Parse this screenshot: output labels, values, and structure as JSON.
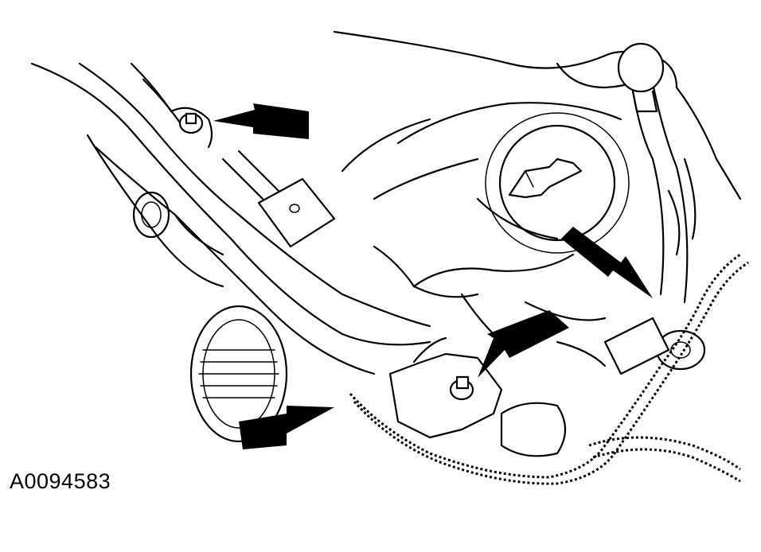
{
  "figure": {
    "id_label": "A0094583"
  },
  "callouts": [
    {
      "name": "arrow-upper-stud"
    },
    {
      "name": "arrow-center-stud"
    },
    {
      "name": "arrow-harness-clip"
    },
    {
      "name": "arrow-harness-connector"
    }
  ],
  "colors": {
    "line": "#000000",
    "background": "#ffffff"
  }
}
